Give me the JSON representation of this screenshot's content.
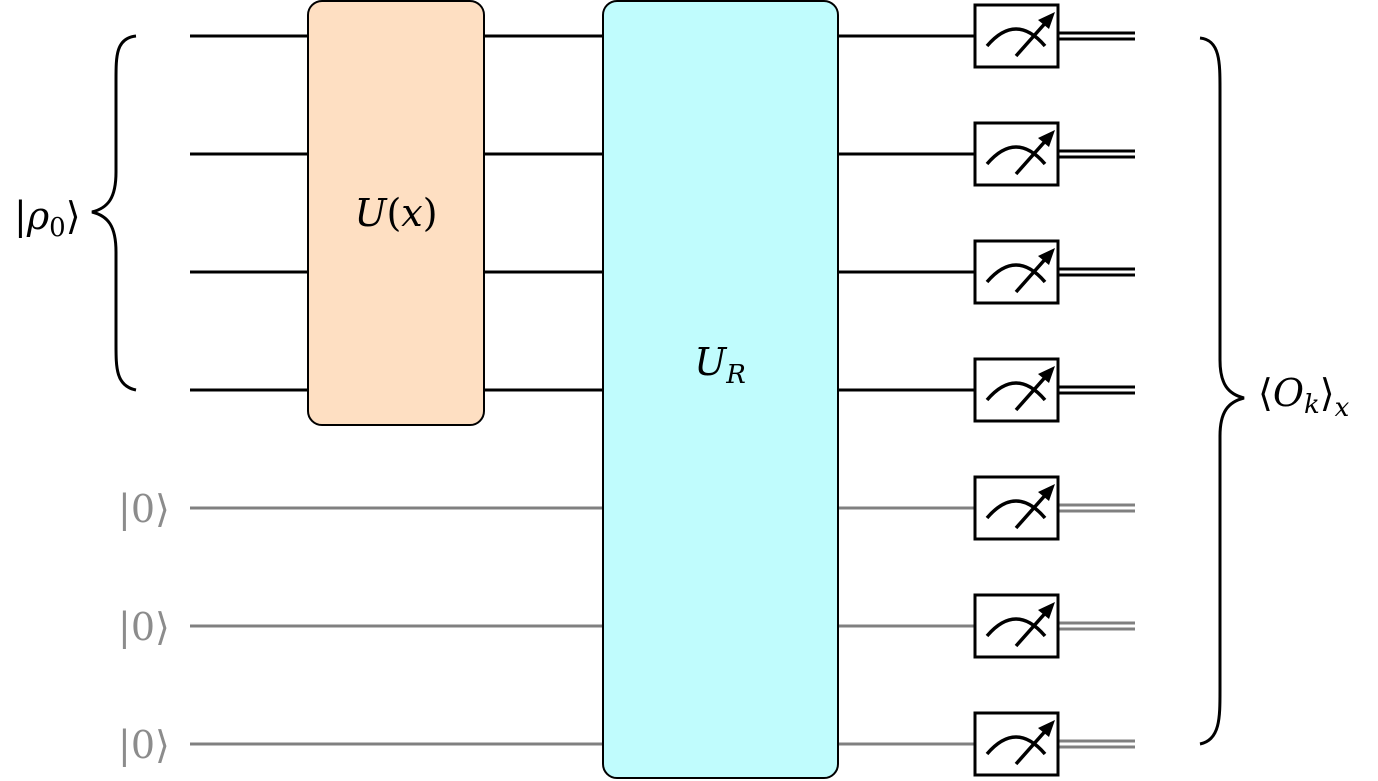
{
  "diagram": {
    "input_label": {
      "bar": "|",
      "sym": "ρ",
      "sub": "0",
      "close": "⟩"
    },
    "ancilla_label": {
      "bar": "|",
      "sym": "0",
      "close": "⟩"
    },
    "encoding_gate": {
      "sym": "U",
      "open": "(",
      "arg": "x",
      "close": ")"
    },
    "reservoir_gate": {
      "sym": "U",
      "sub": "R"
    },
    "output_label": {
      "open": "⟨",
      "sym": "O",
      "sub": "k",
      "close": "⟩",
      "outer_sub": "x"
    },
    "qubit_count": 7,
    "data_qubit_count": 4,
    "meter_icon": "measurement-meter-icon",
    "colors": {
      "data_wire": "#000000",
      "ancilla_wire": "#808080",
      "ancilla_text": "#8c8c8c",
      "encoding_gate_fill": "#fedfc2",
      "reservoir_gate_fill": "#c0fcfd"
    }
  }
}
